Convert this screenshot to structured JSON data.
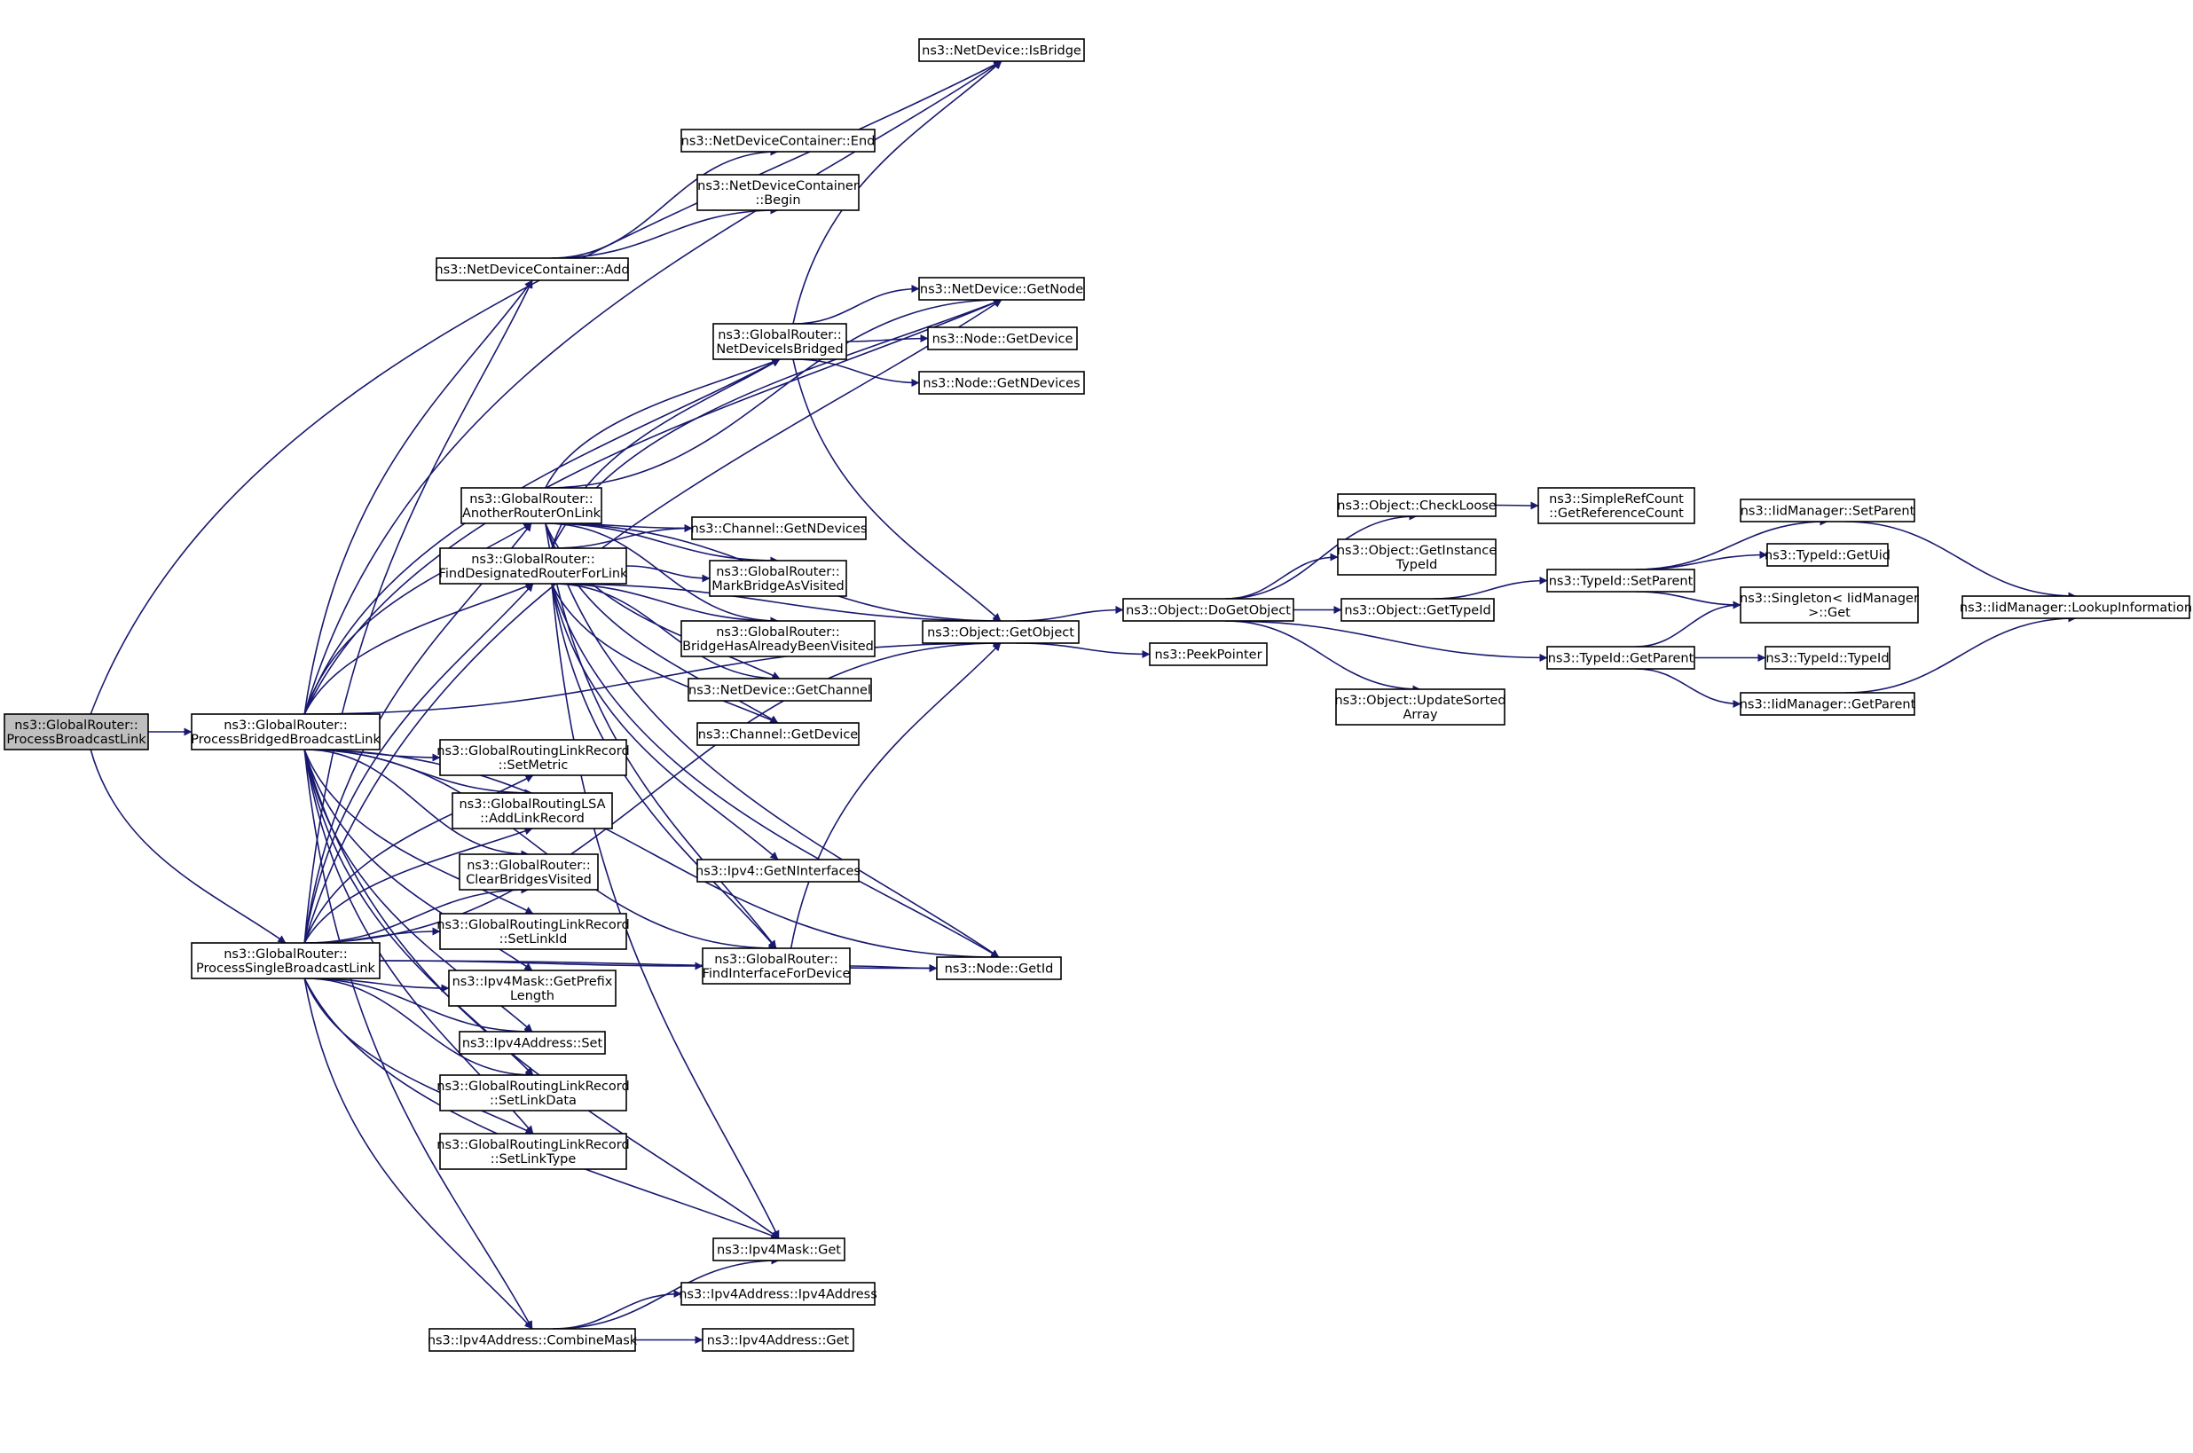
{
  "nodes": [
    {
      "id": "root",
      "lines": [
        "ns3::GlobalRouter::",
        "ProcessBroadcastLink"
      ],
      "root": true
    },
    {
      "id": "pbbl",
      "lines": [
        "ns3::GlobalRouter::",
        "ProcessBridgedBroadcastLink"
      ]
    },
    {
      "id": "psbl",
      "lines": [
        "ns3::GlobalRouter::",
        "ProcessSingleBroadcastLink"
      ]
    },
    {
      "id": "ndc_add",
      "lines": [
        "ns3::NetDeviceContainer::Add"
      ]
    },
    {
      "id": "aroL",
      "lines": [
        "ns3::GlobalRouter::",
        "AnotherRouterOnLink"
      ]
    },
    {
      "id": "fdrL",
      "lines": [
        "ns3::GlobalRouter::",
        "FindDesignatedRouterForLink"
      ]
    },
    {
      "id": "grlr_setmetric",
      "lines": [
        "ns3::GlobalRoutingLinkRecord",
        "::SetMetric"
      ]
    },
    {
      "id": "glsa_add",
      "lines": [
        "ns3::GlobalRoutingLSA",
        "::AddLinkRecord"
      ]
    },
    {
      "id": "clearbv",
      "lines": [
        "ns3::GlobalRouter::",
        "ClearBridgesVisited"
      ]
    },
    {
      "id": "grlr_setlinkid",
      "lines": [
        "ns3::GlobalRoutingLinkRecord",
        "::SetLinkId"
      ]
    },
    {
      "id": "mask_prefix",
      "lines": [
        "ns3::Ipv4Mask::GetPrefix",
        "Length"
      ]
    },
    {
      "id": "addr_set",
      "lines": [
        "ns3::Ipv4Address::Set"
      ]
    },
    {
      "id": "grlr_setlinkdata",
      "lines": [
        "ns3::GlobalRoutingLinkRecord",
        "::SetLinkData"
      ]
    },
    {
      "id": "grlr_setlinktype",
      "lines": [
        "ns3::GlobalRoutingLinkRecord",
        "::SetLinkType"
      ]
    },
    {
      "id": "addr_combine",
      "lines": [
        "ns3::Ipv4Address::CombineMask"
      ]
    },
    {
      "id": "ndc_end",
      "lines": [
        "ns3::NetDeviceContainer::End"
      ]
    },
    {
      "id": "ndc_begin",
      "lines": [
        "ns3::NetDeviceContainer",
        "::Begin"
      ]
    },
    {
      "id": "ndib",
      "lines": [
        "ns3::GlobalRouter::",
        "NetDeviceIsBridged"
      ]
    },
    {
      "id": "ch_getn",
      "lines": [
        "ns3::Channel::GetNDevices"
      ]
    },
    {
      "id": "markbv",
      "lines": [
        "ns3::GlobalRouter::",
        "MarkBridgeAsVisited"
      ]
    },
    {
      "id": "bhabv",
      "lines": [
        "ns3::GlobalRouter::",
        "BridgeHasAlreadyBeenVisited"
      ]
    },
    {
      "id": "nd_getch",
      "lines": [
        "ns3::NetDevice::GetChannel"
      ]
    },
    {
      "id": "ch_getdev",
      "lines": [
        "ns3::Channel::GetDevice"
      ]
    },
    {
      "id": "ipv4_getn",
      "lines": [
        "ns3::Ipv4::GetNInterfaces"
      ]
    },
    {
      "id": "fifd",
      "lines": [
        "ns3::GlobalRouter::",
        "FindInterfaceForDevice"
      ]
    },
    {
      "id": "mask_get",
      "lines": [
        "ns3::Ipv4Mask::Get"
      ]
    },
    {
      "id": "addr_ctor",
      "lines": [
        "ns3::Ipv4Address::Ipv4Address"
      ]
    },
    {
      "id": "addr_get",
      "lines": [
        "ns3::Ipv4Address::Get"
      ]
    },
    {
      "id": "nd_isbridge",
      "lines": [
        "ns3::NetDevice::IsBridge"
      ]
    },
    {
      "id": "nd_getnode",
      "lines": [
        "ns3::NetDevice::GetNode"
      ]
    },
    {
      "id": "node_getdev",
      "lines": [
        "ns3::Node::GetDevice"
      ]
    },
    {
      "id": "node_getndev",
      "lines": [
        "ns3::Node::GetNDevices"
      ]
    },
    {
      "id": "obj_getobject",
      "lines": [
        "ns3::Object::GetObject"
      ]
    },
    {
      "id": "node_getid",
      "lines": [
        "ns3::Node::GetId"
      ]
    },
    {
      "id": "obj_dogetobject",
      "lines": [
        "ns3::Object::DoGetObject"
      ]
    },
    {
      "id": "peekptr",
      "lines": [
        "ns3::PeekPointer"
      ]
    },
    {
      "id": "obj_checkloose",
      "lines": [
        "ns3::Object::CheckLoose"
      ]
    },
    {
      "id": "obj_getinst",
      "lines": [
        "ns3::Object::GetInstance",
        "TypeId"
      ]
    },
    {
      "id": "obj_gettypeid",
      "lines": [
        "ns3::Object::GetTypeId"
      ]
    },
    {
      "id": "obj_updsorted",
      "lines": [
        "ns3::Object::UpdateSorted",
        "Array"
      ]
    },
    {
      "id": "srcount",
      "lines": [
        "ns3::SimpleRefCount",
        "::GetReferenceCount"
      ]
    },
    {
      "id": "tid_setparent",
      "lines": [
        "ns3::TypeId::SetParent"
      ]
    },
    {
      "id": "tid_getparent",
      "lines": [
        "ns3::TypeId::GetParent"
      ]
    },
    {
      "id": "iid_setparent",
      "lines": [
        "ns3::IidManager::SetParent"
      ]
    },
    {
      "id": "tid_getuid",
      "lines": [
        "ns3::TypeId::GetUid"
      ]
    },
    {
      "id": "singleton_get",
      "lines": [
        "ns3::Singleton< IidManager",
        ">::Get"
      ]
    },
    {
      "id": "tid_typeid",
      "lines": [
        "ns3::TypeId::TypeId"
      ]
    },
    {
      "id": "iid_getparent",
      "lines": [
        "ns3::IidManager::GetParent"
      ]
    },
    {
      "id": "iid_lookup",
      "lines": [
        "ns3::IidManager::LookupInformation"
      ]
    }
  ],
  "edges": [
    [
      "root",
      "nd_isbridge"
    ],
    [
      "root",
      "pbbl"
    ],
    [
      "root",
      "psbl"
    ],
    [
      "pbbl",
      "nd_isbridge"
    ],
    [
      "pbbl",
      "nd_getnode"
    ],
    [
      "pbbl",
      "ndc_add"
    ],
    [
      "pbbl",
      "aroL"
    ],
    [
      "pbbl",
      "fdrL"
    ],
    [
      "pbbl",
      "obj_getobject"
    ],
    [
      "pbbl",
      "ndib"
    ],
    [
      "pbbl",
      "grlr_setmetric"
    ],
    [
      "pbbl",
      "glsa_add"
    ],
    [
      "pbbl",
      "clearbv"
    ],
    [
      "pbbl",
      "grlr_setlinkid"
    ],
    [
      "pbbl",
      "mask_prefix"
    ],
    [
      "pbbl",
      "addr_set"
    ],
    [
      "pbbl",
      "grlr_setlinkdata"
    ],
    [
      "pbbl",
      "grlr_setlinktype"
    ],
    [
      "pbbl",
      "addr_combine"
    ],
    [
      "pbbl",
      "mask_get"
    ],
    [
      "pbbl",
      "fifd"
    ],
    [
      "pbbl",
      "node_getid"
    ],
    [
      "psbl",
      "ndc_add"
    ],
    [
      "psbl",
      "aroL"
    ],
    [
      "psbl",
      "fdrL"
    ],
    [
      "psbl",
      "grlr_setmetric"
    ],
    [
      "psbl",
      "glsa_add"
    ],
    [
      "psbl",
      "clearbv"
    ],
    [
      "psbl",
      "grlr_setlinkid"
    ],
    [
      "psbl",
      "mask_prefix"
    ],
    [
      "psbl",
      "addr_set"
    ],
    [
      "psbl",
      "grlr_setlinkdata"
    ],
    [
      "psbl",
      "grlr_setlinktype"
    ],
    [
      "psbl",
      "addr_combine"
    ],
    [
      "psbl",
      "mask_get"
    ],
    [
      "psbl",
      "fifd"
    ],
    [
      "psbl",
      "obj_getobject"
    ],
    [
      "psbl",
      "node_getid"
    ],
    [
      "psbl",
      "nd_getnode"
    ],
    [
      "ndc_add",
      "ndc_end"
    ],
    [
      "ndc_add",
      "ndc_begin"
    ],
    [
      "aroL",
      "ndib"
    ],
    [
      "aroL",
      "ch_getn"
    ],
    [
      "aroL",
      "markbv"
    ],
    [
      "aroL",
      "bhabv"
    ],
    [
      "aroL",
      "nd_getch"
    ],
    [
      "aroL",
      "ch_getdev"
    ],
    [
      "aroL",
      "nd_getnode"
    ],
    [
      "aroL",
      "obj_getobject"
    ],
    [
      "aroL",
      "node_getid"
    ],
    [
      "aroL",
      "fifd"
    ],
    [
      "fdrL",
      "ch_getn"
    ],
    [
      "fdrL",
      "markbv"
    ],
    [
      "fdrL",
      "bhabv"
    ],
    [
      "fdrL",
      "nd_getch"
    ],
    [
      "fdrL",
      "ch_getdev"
    ],
    [
      "fdrL",
      "ipv4_getn"
    ],
    [
      "fdrL",
      "fifd"
    ],
    [
      "fdrL",
      "mask_get"
    ],
    [
      "fdrL",
      "ndib"
    ],
    [
      "fdrL",
      "nd_getnode"
    ],
    [
      "fdrL",
      "obj_getobject"
    ],
    [
      "fdrL",
      "node_getid"
    ],
    [
      "addr_combine",
      "mask_get"
    ],
    [
      "addr_combine",
      "addr_ctor"
    ],
    [
      "addr_combine",
      "addr_get"
    ],
    [
      "ndib",
      "nd_isbridge"
    ],
    [
      "ndib",
      "nd_getnode"
    ],
    [
      "ndib",
      "node_getdev"
    ],
    [
      "ndib",
      "node_getndev"
    ],
    [
      "ndib",
      "obj_getobject"
    ],
    [
      "fifd",
      "obj_getobject"
    ],
    [
      "fifd",
      "node_getid"
    ],
    [
      "obj_getobject",
      "obj_dogetobject"
    ],
    [
      "obj_getobject",
      "peekptr"
    ],
    [
      "obj_dogetobject",
      "obj_checkloose"
    ],
    [
      "obj_dogetobject",
      "obj_getinst"
    ],
    [
      "obj_dogetobject",
      "obj_gettypeid"
    ],
    [
      "obj_dogetobject",
      "obj_updsorted"
    ],
    [
      "obj_dogetobject",
      "tid_getparent"
    ],
    [
      "obj_checkloose",
      "srcount"
    ],
    [
      "obj_gettypeid",
      "tid_setparent"
    ],
    [
      "tid_setparent",
      "iid_setparent"
    ],
    [
      "tid_setparent",
      "tid_getuid"
    ],
    [
      "tid_setparent",
      "singleton_get"
    ],
    [
      "tid_getparent",
      "singleton_get"
    ],
    [
      "tid_getparent",
      "tid_typeid"
    ],
    [
      "tid_getparent",
      "iid_getparent"
    ],
    [
      "iid_setparent",
      "iid_lookup"
    ],
    [
      "iid_getparent",
      "iid_lookup"
    ]
  ]
}
